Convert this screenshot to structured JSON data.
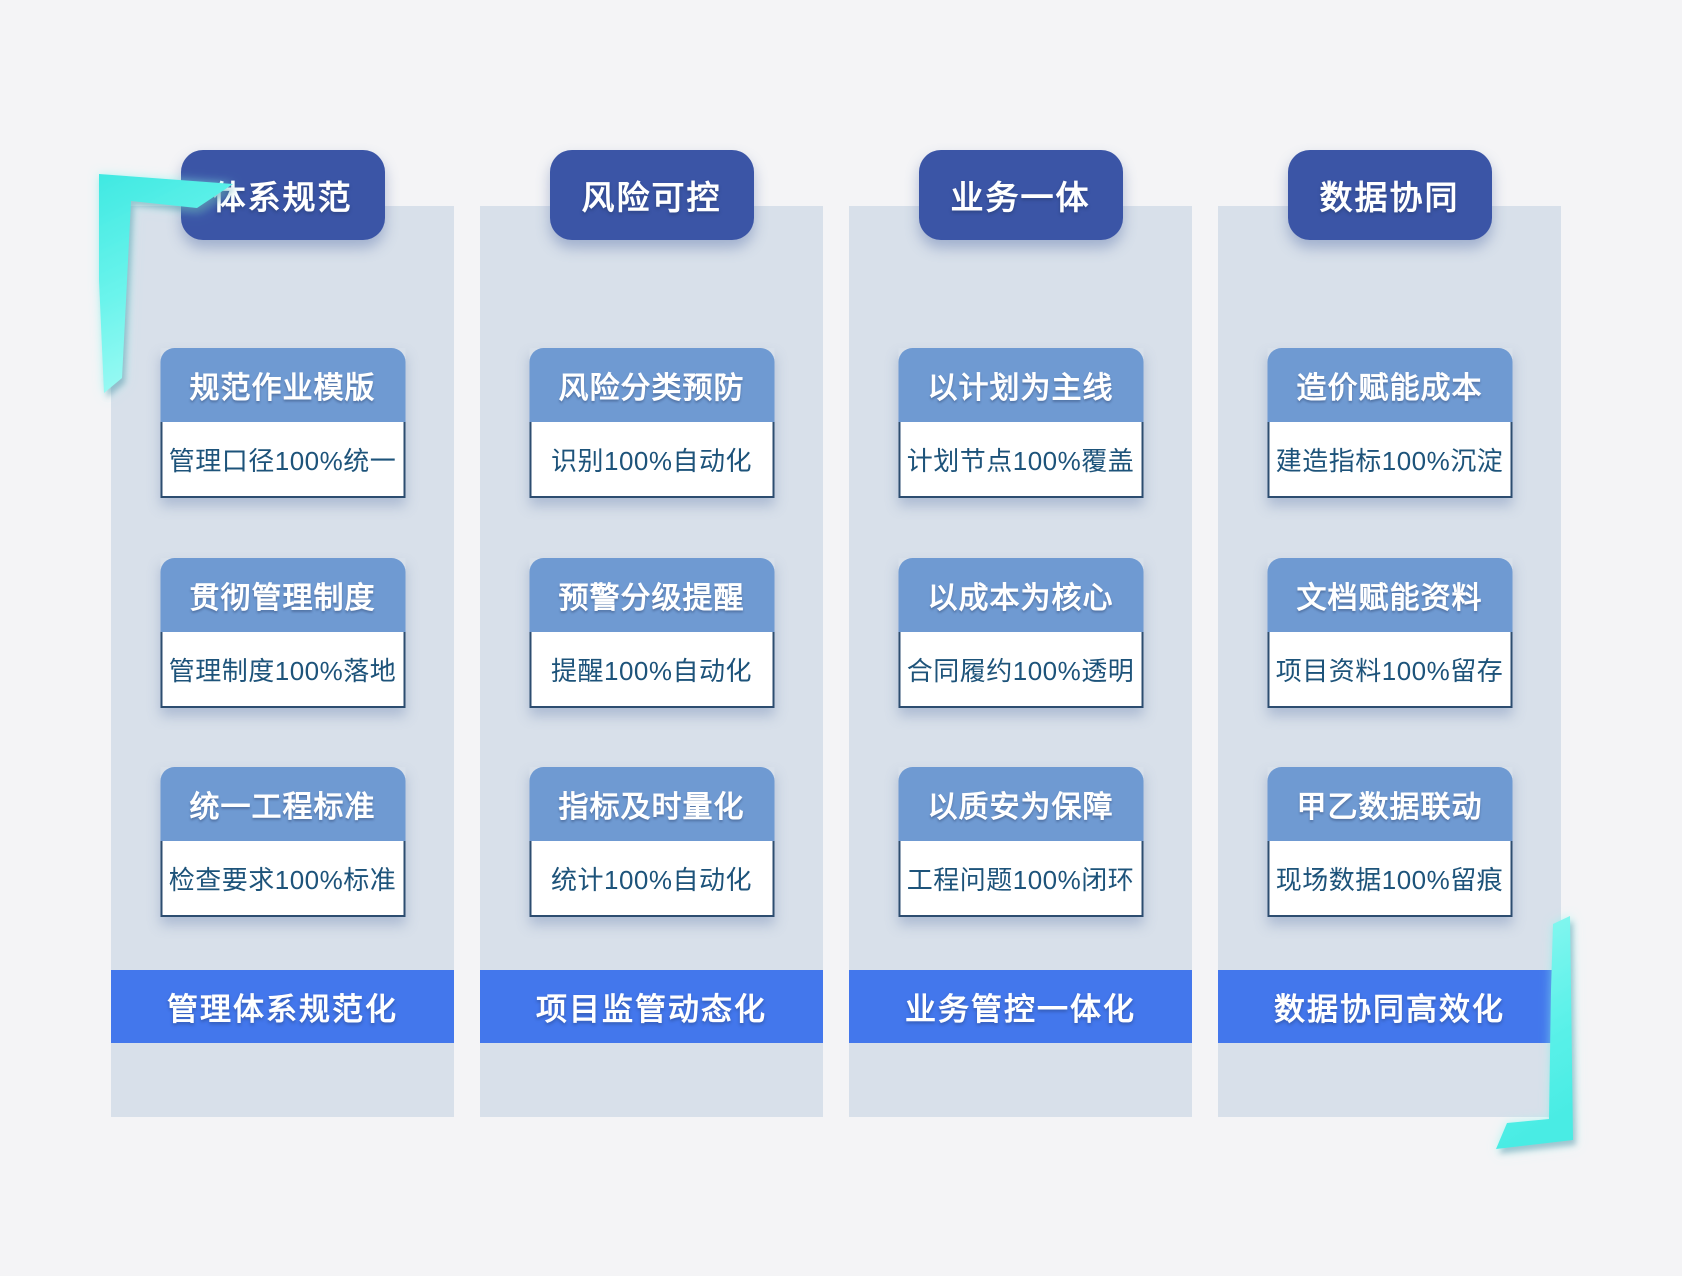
{
  "colors": {
    "page_bg": "#f4f4f6",
    "panel_bg": "#d8e0ea",
    "badge_bg": "#3b55a6",
    "card_header_bg": "#6f9ad2",
    "card_body_bg": "#ffffff",
    "card_border": "#2d4d70",
    "card_text": "#1d537a",
    "banner_bg": "#4377ec",
    "text_on_dark": "#ffffff",
    "accent_teal": "#55f0e8"
  },
  "columns": [
    {
      "badge": "体系规范",
      "cards": [
        {
          "title": "规范作业模版",
          "desc": "管理口径100%统一"
        },
        {
          "title": "贯彻管理制度",
          "desc": "管理制度100%落地"
        },
        {
          "title": "统一工程标准",
          "desc": "检查要求100%标准"
        }
      ],
      "banner": "管理体系规范化"
    },
    {
      "badge": "风险可控",
      "cards": [
        {
          "title": "风险分类预防",
          "desc": "识别100%自动化"
        },
        {
          "title": "预警分级提醒",
          "desc": "提醒100%自动化"
        },
        {
          "title": "指标及时量化",
          "desc": "统计100%自动化"
        }
      ],
      "banner": "项目监管动态化"
    },
    {
      "badge": "业务一体",
      "cards": [
        {
          "title": "以计划为主线",
          "desc": "计划节点100%覆盖"
        },
        {
          "title": "以成本为核心",
          "desc": "合同履约100%透明"
        },
        {
          "title": "以质安为保障",
          "desc": "工程问题100%闭环"
        }
      ],
      "banner": "业务管控一体化"
    },
    {
      "badge": "数据协同",
      "cards": [
        {
          "title": "造价赋能成本",
          "desc": "建造指标100%沉淀"
        },
        {
          "title": "文档赋能资料",
          "desc": "项目资料100%留存"
        },
        {
          "title": "甲乙数据联动",
          "desc": "现场数据100%留痕"
        }
      ],
      "banner": "数据协同高效化"
    }
  ]
}
